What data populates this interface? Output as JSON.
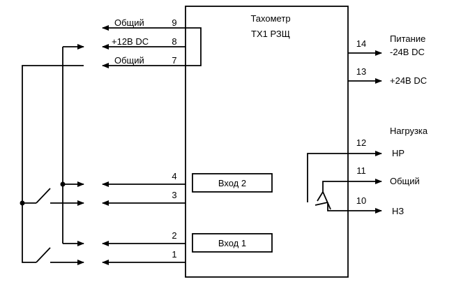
{
  "device": {
    "title_line1": "Тахометр",
    "title_line2": "ТХ1 РЗЩ"
  },
  "inputs": {
    "in1": "Вход 1",
    "in2": "Вход 2"
  },
  "left_terminals": [
    {
      "num": "9",
      "label": "Общий"
    },
    {
      "num": "8",
      "label": "+12В DC"
    },
    {
      "num": "7",
      "label": "Общий"
    },
    {
      "num": "4",
      "label": ""
    },
    {
      "num": "3",
      "label": ""
    },
    {
      "num": "2",
      "label": ""
    },
    {
      "num": "1",
      "label": ""
    }
  ],
  "power": {
    "heading_line1": "Питание",
    "heading_line2": "-24В DC",
    "t14": "14",
    "t13": "13",
    "plus_label": "+24В DC"
  },
  "load": {
    "heading": "Нагрузка",
    "t12": "12",
    "no_label": "НР",
    "t11": "11",
    "common_label": "Общий",
    "t10": "10",
    "nc_label": "НЗ"
  }
}
